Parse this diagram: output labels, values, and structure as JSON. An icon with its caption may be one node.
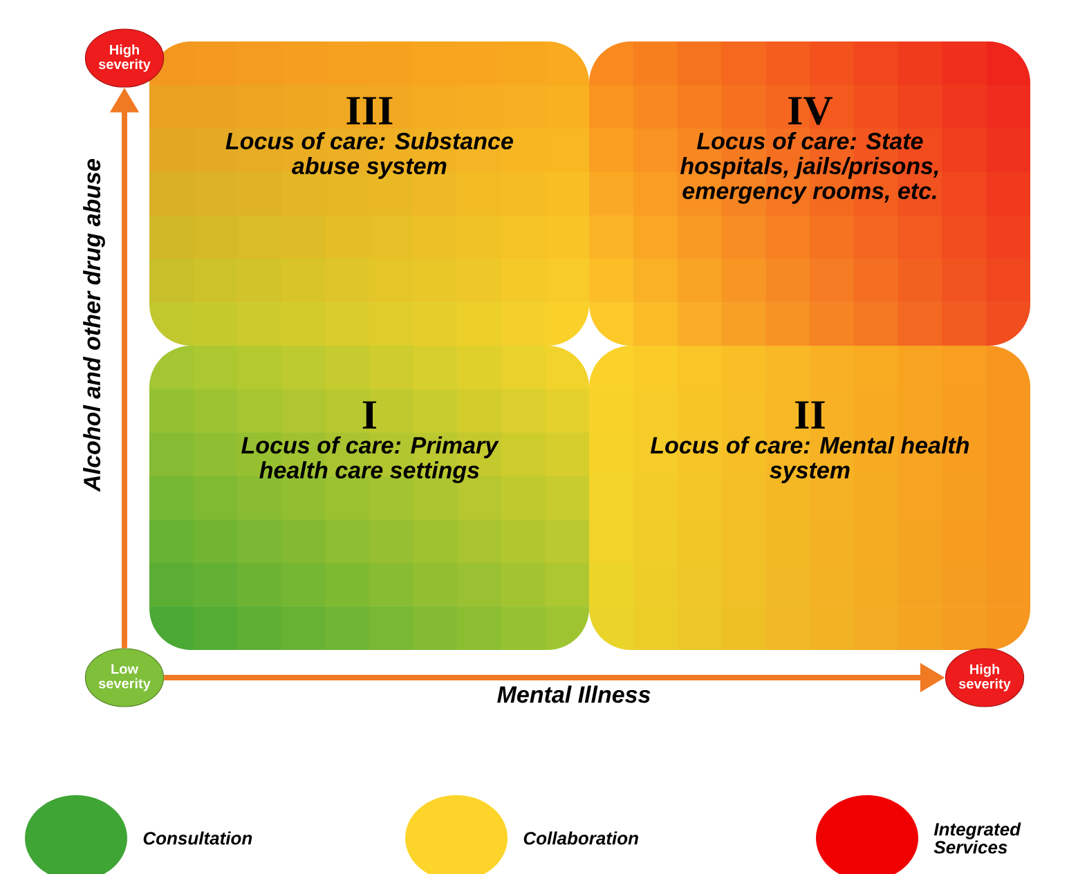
{
  "diagram": {
    "nodes": [
      {
        "text": [
          "Low severity"
        ]
      },
      {
        "text": [
          "High severity"
        ]
      },
      {
        "text": [
          "High severity"
        ]
      },
      {
        "text": [
          "III",
          "Locus of care: Substance abuse system"
        ]
      },
      {
        "text": [
          "IV",
          "Locus of care: State hospitals, jails/prisons, emergency rooms, etc."
        ]
      },
      {
        "text": [
          "I",
          "Locus of care: Primary health care settings"
        ]
      },
      {
        "text": [
          "II",
          "Locus of care: Mental health system"
        ]
      }
    ],
    "edges": [
      {
        "from": 0,
        "to": 1,
        "arrow": "to",
        "label": "Alcohol and other drug abuse"
      },
      {
        "from": 0,
        "to": 2,
        "arrow": "to",
        "label": "Mental Illness"
      }
    ],
    "legend": [
      {
        "text": "Consultation",
        "color": "#3fa535"
      },
      {
        "text": "Collaboration",
        "color": "#fdd52a"
      },
      {
        "text": "Integrated Services",
        "color": "#f00000"
      }
    ]
  }
}
